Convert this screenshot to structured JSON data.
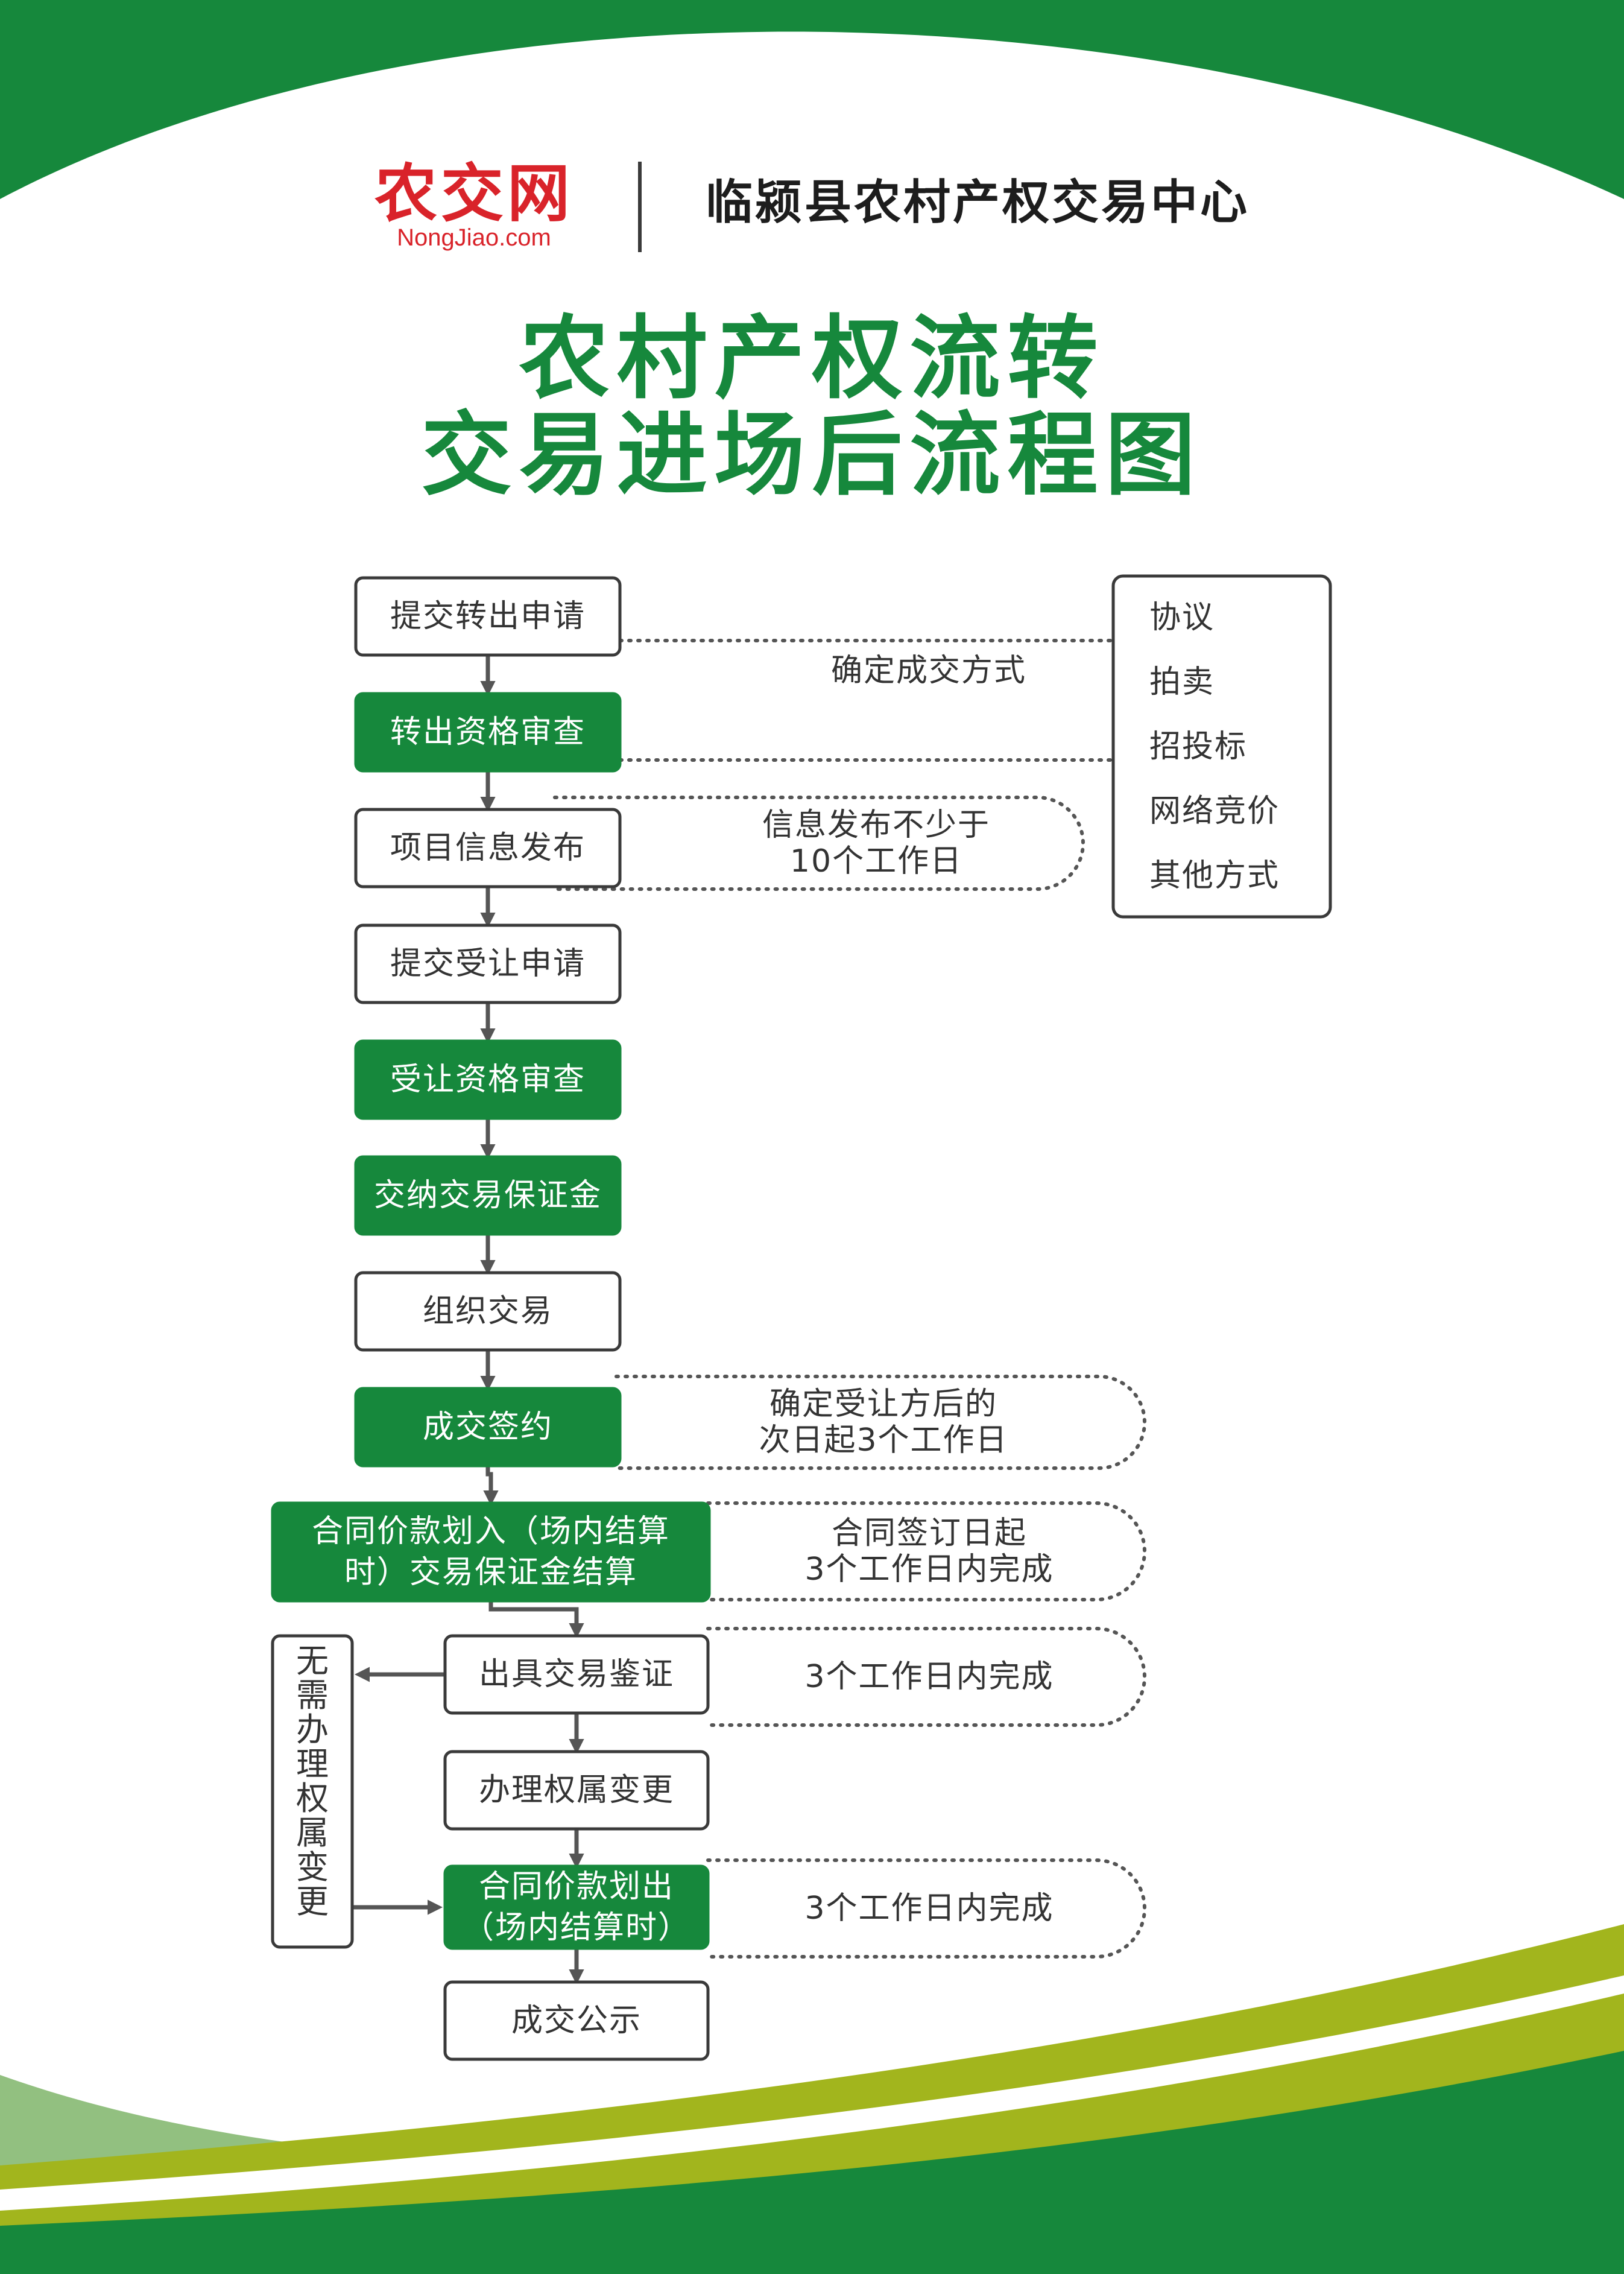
{
  "header": {
    "logo_text": "农交网",
    "logo_domain": "NongJiao.com",
    "center_name": "临颍县农村产权交易中心"
  },
  "title": {
    "line1": "农村产权流转",
    "line2": "交易进场后流程图"
  },
  "colors": {
    "primary_green": "#16883c",
    "olive_green": "#a2b51d",
    "light_green": "#7fb56a",
    "logo_red": "#d9232a",
    "box_border": "#3a3a3a",
    "arrow": "#555555"
  },
  "steps": [
    {
      "label": "提交转出申请",
      "style": "outline"
    },
    {
      "label": "转出资格审查",
      "style": "filled"
    },
    {
      "label": "项目信息发布",
      "style": "outline"
    },
    {
      "label": "提交受让申请",
      "style": "outline"
    },
    {
      "label": "受让资格审查",
      "style": "filled"
    },
    {
      "label": "交纳交易保证金",
      "style": "filled"
    },
    {
      "label": "组织交易",
      "style": "outline"
    },
    {
      "label": "成交签约",
      "style": "filled"
    },
    {
      "label": "合同价款划入（场内结算时）交易保证金结算",
      "line1": "合同价款划入（场内结算",
      "line2": "时）交易保证金结算",
      "style": "filled"
    },
    {
      "label": "出具交易鉴证",
      "style": "outline"
    },
    {
      "label": "办理权属变更",
      "style": "outline"
    },
    {
      "label": "合同价款划出（场内结算时）",
      "line1": "合同价款划出",
      "line2": "（场内结算时）",
      "style": "filled"
    },
    {
      "label": "成交公示",
      "style": "outline"
    }
  ],
  "methods": {
    "caption": "确定成交方式",
    "items": [
      "协议",
      "拍卖",
      "招投标",
      "网络竞价",
      "其他方式"
    ]
  },
  "notes": [
    {
      "line1": "信息发布不少于",
      "line2": "10个工作日"
    },
    {
      "line1": "确定受让方后的",
      "line2": "次日起3个工作日"
    },
    {
      "line1": "合同签订日起",
      "line2": "3个工作日内完成"
    },
    {
      "line1": "3个工作日内完成"
    },
    {
      "line1": "3个工作日内完成"
    }
  ],
  "bypass": {
    "label": "无需办理权属变更"
  }
}
